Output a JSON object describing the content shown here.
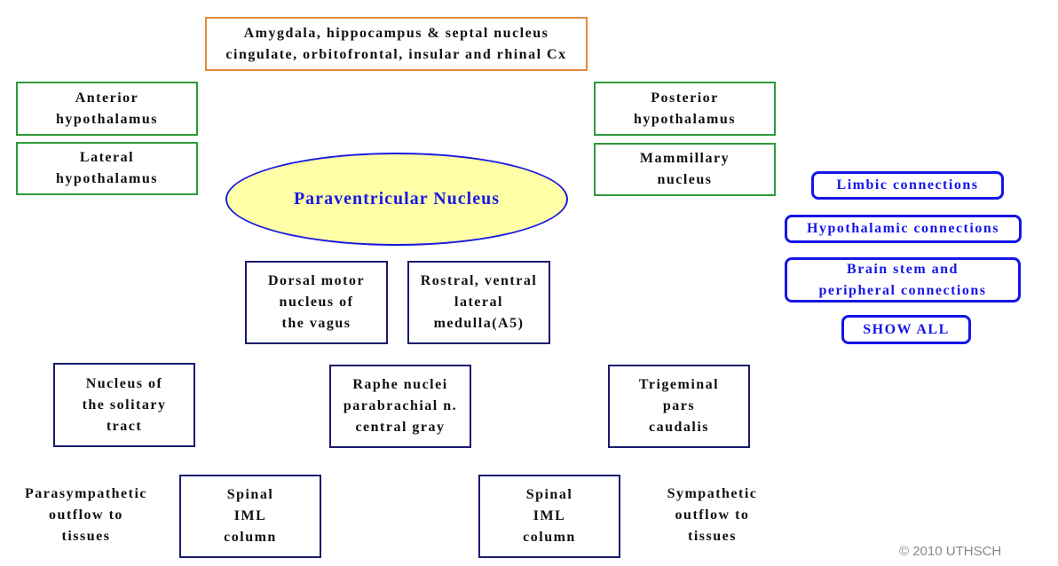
{
  "top_box": "Amygdala, hippocampus & septal nucleus\ncingulate, orbitofrontal, insular and rhinal Cx",
  "left_boxes": [
    "Anterior\nhypothalamus",
    "Lateral\nhypothalamus"
  ],
  "right_boxes": [
    "Posterior\nhypothalamus",
    "Mammillary\nnucleus"
  ],
  "center": "Paraventricular Nucleus",
  "brainstem": {
    "dorsal_motor": "Dorsal motor\nnucleus of\nthe vagus",
    "rostral": "Rostral, ventral\nlateral\nmedulla(A5)",
    "nts": "Nucleus of\nthe solitary\ntract",
    "raphe": "Raphe nuclei\nparabrachial n.\ncentral gray",
    "trigeminal": "Trigeminal\npars\ncaudalis"
  },
  "spinal": {
    "left": "Spinal\nIML\ncolumn",
    "right": "Spinal\nIML\ncolumn"
  },
  "outflow": {
    "para": "Parasympathetic\noutflow to\ntissues",
    "symp": "Sympathetic\noutflow to\ntissues"
  },
  "buttons": {
    "limbic": "Limbic connections",
    "hypothalamic": "Hypothalamic connections",
    "brainstem": "Brain stem and\nperipheral connections",
    "show_all": "SHOW ALL"
  },
  "copyright": "© 2010 UTHSCH",
  "colors": {
    "button": "#1515e8",
    "ellipse_fill": "#ffffa8",
    "limbic_border": "#e08a3a",
    "hypothalamic_border": "#2f9a3a",
    "brainstem_border": "#1a1a6e"
  }
}
